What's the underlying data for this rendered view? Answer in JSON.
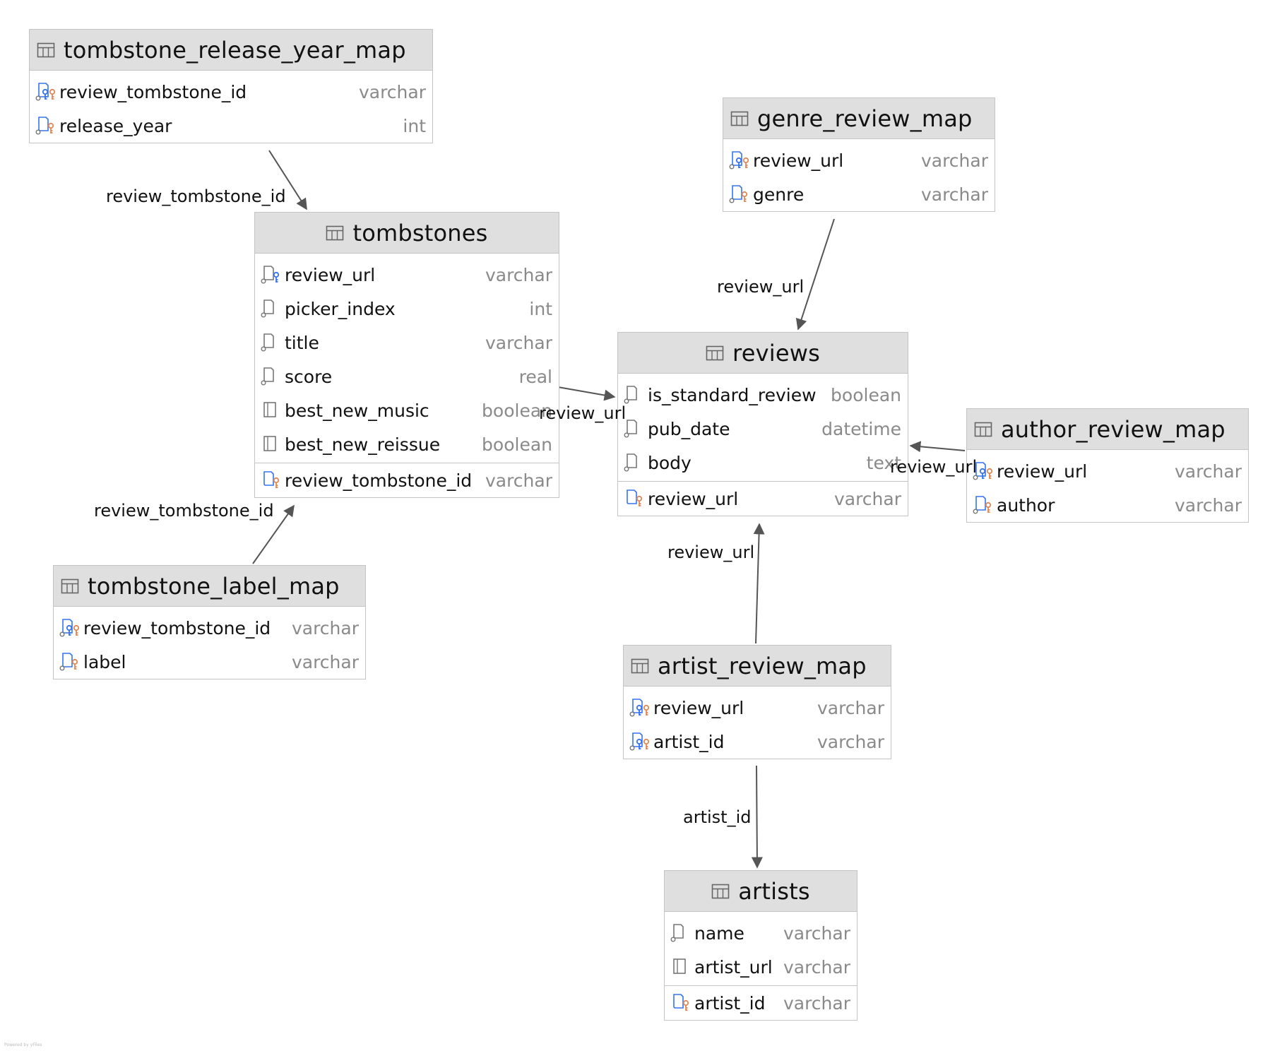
{
  "entities": [
    {
      "id": "tombstone_release_year_map",
      "name": "tombstone_release_year_map",
      "columns": [
        {
          "name": "review_tombstone_id",
          "type": "varchar",
          "icon": "pk-fk"
        },
        {
          "name": "release_year",
          "type": "int",
          "icon": "fk"
        }
      ],
      "separator_after": null
    },
    {
      "id": "tombstones",
      "name": "tombstones",
      "columns": [
        {
          "name": "review_url",
          "type": "varchar",
          "icon": "fk-blue"
        },
        {
          "name": "picker_index",
          "type": "int",
          "icon": "column-nullable"
        },
        {
          "name": "title",
          "type": "varchar",
          "icon": "column-nullable"
        },
        {
          "name": "score",
          "type": "real",
          "icon": "column-nullable"
        },
        {
          "name": "best_new_music",
          "type": "boolean",
          "icon": "column"
        },
        {
          "name": "best_new_reissue",
          "type": "boolean",
          "icon": "column"
        },
        {
          "name": "review_tombstone_id",
          "type": "varchar",
          "icon": "pk"
        }
      ],
      "separator_after": 6
    },
    {
      "id": "tombstone_label_map",
      "name": "tombstone_label_map",
      "columns": [
        {
          "name": "review_tombstone_id",
          "type": "varchar",
          "icon": "pk-fk"
        },
        {
          "name": "label",
          "type": "varchar",
          "icon": "fk"
        }
      ],
      "separator_after": null
    },
    {
      "id": "genre_review_map",
      "name": "genre_review_map",
      "columns": [
        {
          "name": "review_url",
          "type": "varchar",
          "icon": "pk-fk"
        },
        {
          "name": "genre",
          "type": "varchar",
          "icon": "fk"
        }
      ],
      "separator_after": null
    },
    {
      "id": "reviews",
      "name": "reviews",
      "columns": [
        {
          "name": "is_standard_review",
          "type": "boolean",
          "icon": "column-nullable"
        },
        {
          "name": "pub_date",
          "type": "datetime",
          "icon": "column-nullable"
        },
        {
          "name": "body",
          "type": "text",
          "icon": "column-nullable"
        },
        {
          "name": "review_url",
          "type": "varchar",
          "icon": "pk"
        }
      ],
      "separator_after": 3
    },
    {
      "id": "author_review_map",
      "name": "author_review_map",
      "columns": [
        {
          "name": "review_url",
          "type": "varchar",
          "icon": "pk-fk"
        },
        {
          "name": "author",
          "type": "varchar",
          "icon": "fk"
        }
      ],
      "separator_after": null
    },
    {
      "id": "artist_review_map",
      "name": "artist_review_map",
      "columns": [
        {
          "name": "review_url",
          "type": "varchar",
          "icon": "pk-fk"
        },
        {
          "name": "artist_id",
          "type": "varchar",
          "icon": "pk-fk"
        }
      ],
      "separator_after": null
    },
    {
      "id": "artists",
      "name": "artists",
      "columns": [
        {
          "name": "name",
          "type": "varchar",
          "icon": "column-nullable"
        },
        {
          "name": "artist_url",
          "type": "varchar",
          "icon": "column"
        },
        {
          "name": "artist_id",
          "type": "varchar",
          "icon": "pk"
        }
      ],
      "separator_after": 2
    }
  ],
  "relations": [
    {
      "from": "tombstone_release_year_map",
      "to": "tombstones",
      "label": "review_tombstone_id"
    },
    {
      "from": "tombstone_label_map",
      "to": "tombstones",
      "label": "review_tombstone_id"
    },
    {
      "from": "tombstones",
      "to": "reviews",
      "label": "review_url"
    },
    {
      "from": "genre_review_map",
      "to": "reviews",
      "label": "review_url"
    },
    {
      "from": "author_review_map",
      "to": "reviews",
      "label": "review_url"
    },
    {
      "from": "artist_review_map",
      "to": "reviews",
      "label": "review_url"
    },
    {
      "from": "artist_review_map",
      "to": "artists",
      "label": "artist_id"
    }
  ],
  "footer": "Powered by yFiles",
  "colors": {
    "header_bg": "#dfdfdf",
    "border": "#c4c4c4",
    "key_blue": "#3574f0",
    "key_orange": "#e08855",
    "edge": "#555555",
    "type_text": "#8a8a8a"
  }
}
